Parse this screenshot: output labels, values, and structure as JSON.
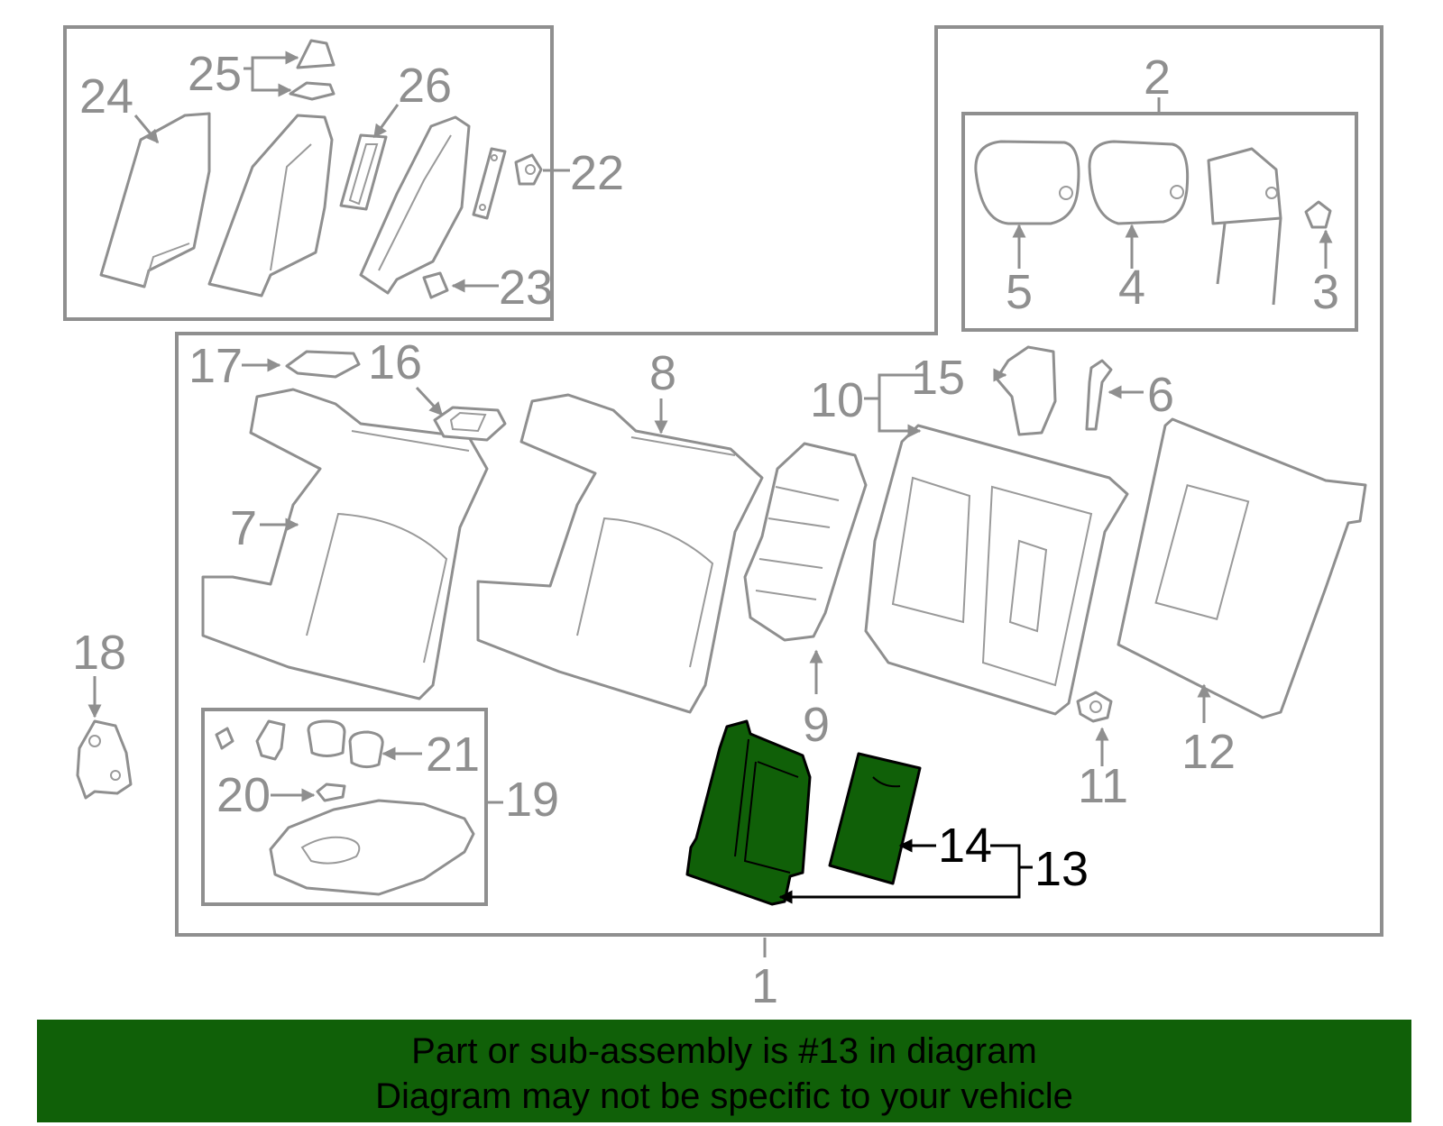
{
  "banner": {
    "line1": "Part or sub-assembly is #13 in diagram",
    "line2": "Diagram may not be specific to your vehicle"
  },
  "colors": {
    "highlight": "#106008",
    "banner_bg": "#106008",
    "linework": "#8f8f8f",
    "highlight_text": "#000000"
  },
  "callouts": {
    "c1": "1",
    "c2": "2",
    "c3": "3",
    "c4": "4",
    "c5": "5",
    "c6": "6",
    "c7": "7",
    "c8": "8",
    "c9": "9",
    "c10": "10",
    "c11": "11",
    "c12": "12",
    "c13": "13",
    "c14": "14",
    "c15": "15",
    "c16": "16",
    "c17": "17",
    "c18": "18",
    "c19": "19",
    "c20": "20",
    "c21": "21",
    "c22": "22",
    "c23": "23",
    "c24": "24",
    "c25": "25",
    "c26": "26"
  },
  "highlighted_part": "13"
}
